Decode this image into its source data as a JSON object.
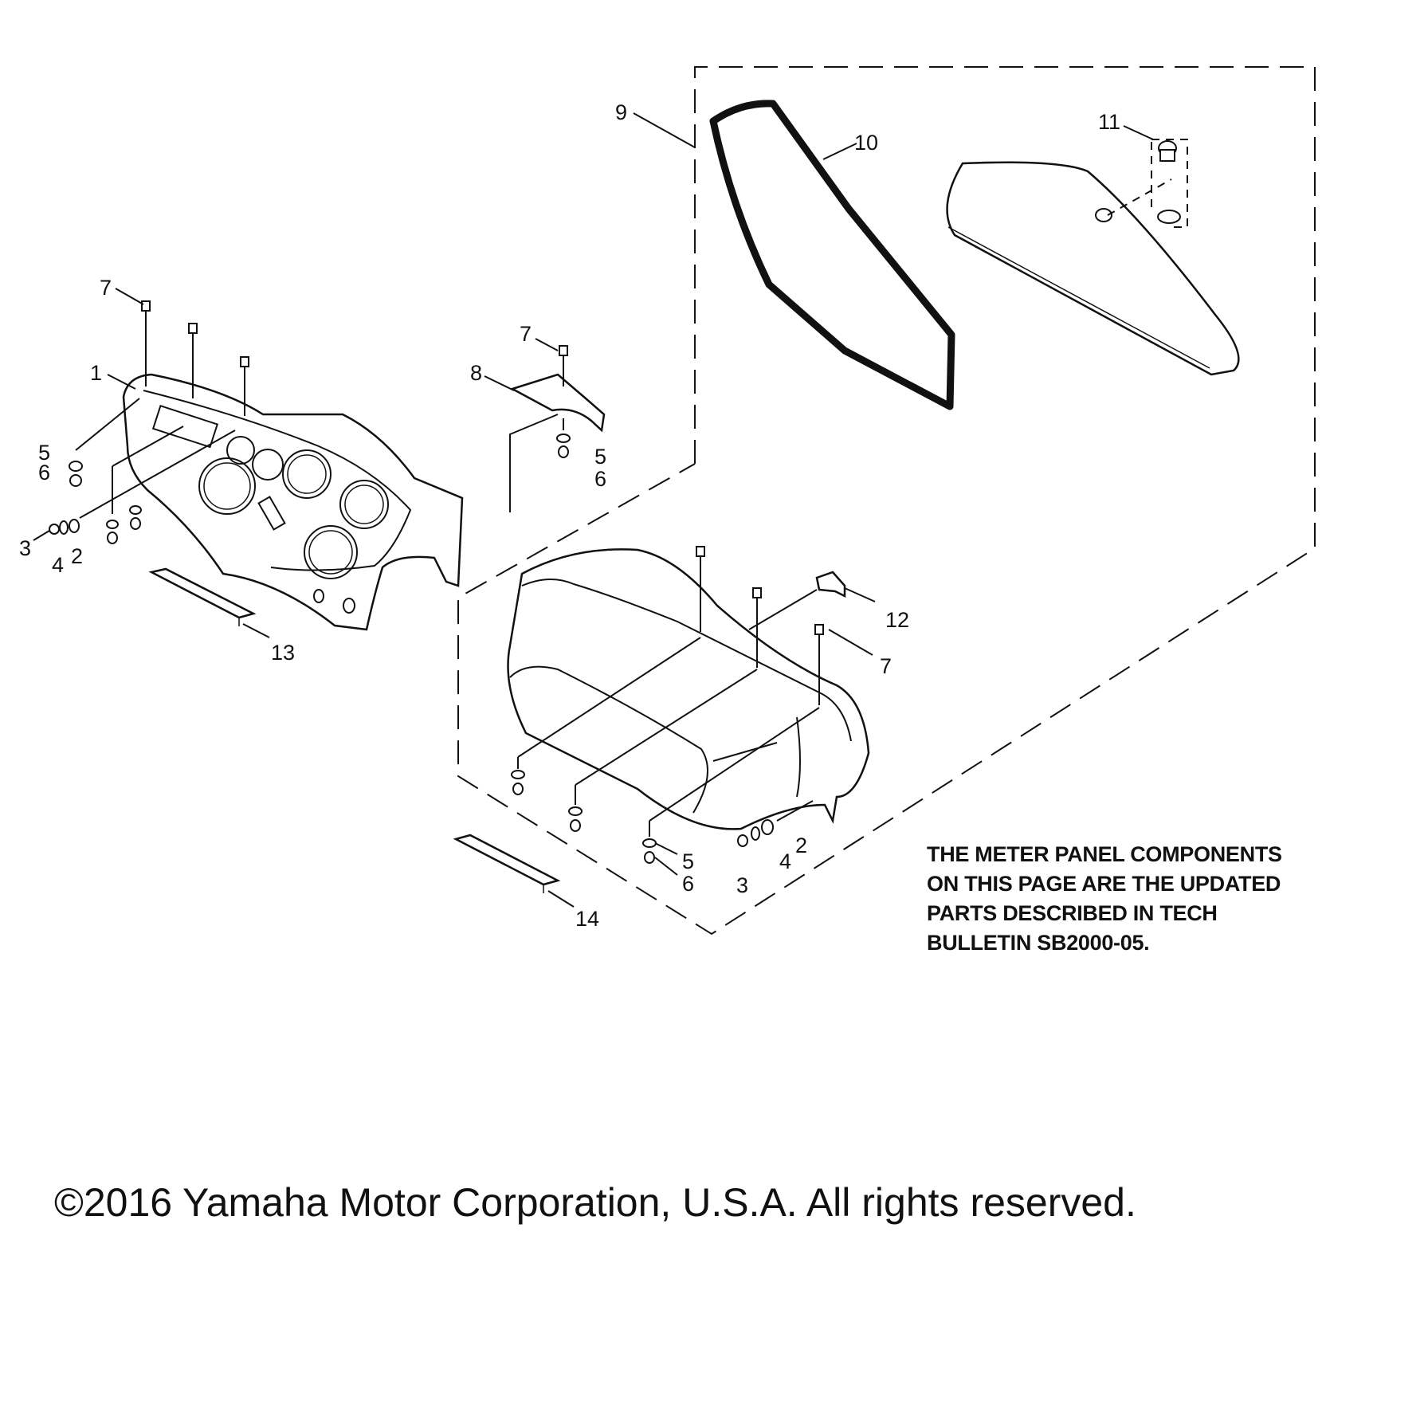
{
  "callouts": [
    {
      "id": "c-9",
      "label": "9"
    },
    {
      "id": "c-10",
      "label": "10"
    },
    {
      "id": "c-11",
      "label": "11"
    },
    {
      "id": "c-7a",
      "label": "7"
    },
    {
      "id": "c-1",
      "label": "1"
    },
    {
      "id": "c-5a",
      "label": "5"
    },
    {
      "id": "c-6a",
      "label": "6"
    },
    {
      "id": "c-3a",
      "label": "3"
    },
    {
      "id": "c-4a",
      "label": "4"
    },
    {
      "id": "c-2a",
      "label": "2"
    },
    {
      "id": "c-13",
      "label": "13"
    },
    {
      "id": "c-7b",
      "label": "7"
    },
    {
      "id": "c-8",
      "label": "8"
    },
    {
      "id": "c-5b",
      "label": "5"
    },
    {
      "id": "c-6b",
      "label": "6"
    },
    {
      "id": "c-12",
      "label": "12"
    },
    {
      "id": "c-7c",
      "label": "7"
    },
    {
      "id": "c-2b",
      "label": "2"
    },
    {
      "id": "c-4b",
      "label": "4"
    },
    {
      "id": "c-5c",
      "label": "5"
    },
    {
      "id": "c-6c",
      "label": "6"
    },
    {
      "id": "c-3b",
      "label": "3"
    },
    {
      "id": "c-14",
      "label": "14"
    }
  ],
  "note": {
    "lines": [
      "THE METER PANEL COMPONENTS",
      "ON THIS PAGE ARE THE UPDATED",
      "PARTS DESCRIBED IN TECH",
      "BULLETIN SB2000-05."
    ]
  },
  "copyright": "©2016 Yamaha Motor Corporation, U.S.A. All rights reserved."
}
